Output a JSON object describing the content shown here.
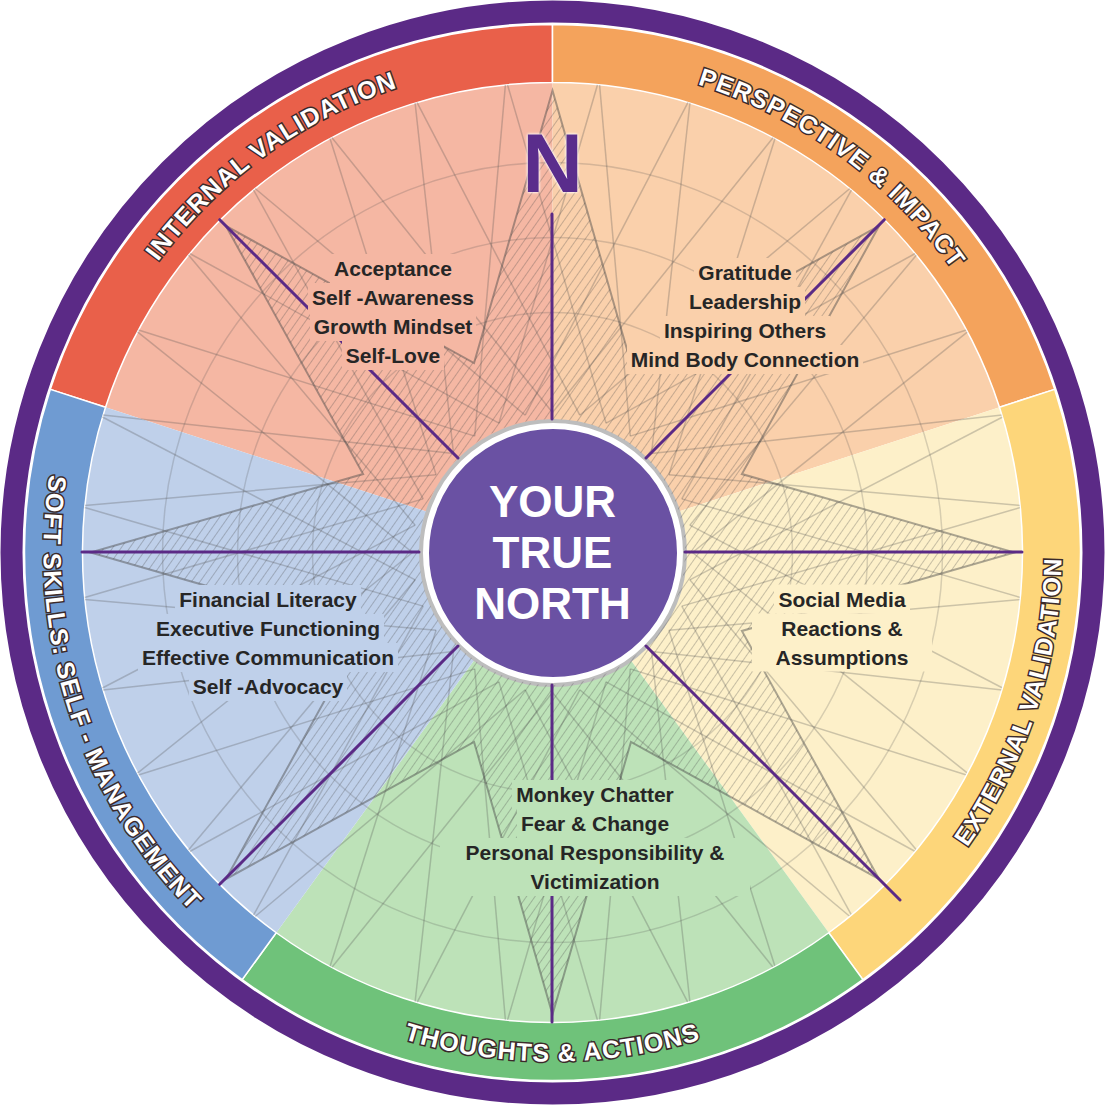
{
  "diagram": {
    "nodes": [
      {
        "text": [
          "INTERNAL VALIDATION",
          "Acceptance",
          "Self -Awareness",
          "Growth Mindset",
          "Self-Love"
        ]
      },
      {
        "text": [
          "PERSPECTIVE & IMPACT",
          "Gratitude",
          "Leadership",
          "Inspiring Others",
          "Mind Body Connection"
        ]
      },
      {
        "text": [
          "EXTERNAL VALIDATION",
          "Social Media",
          "Reactions & Assumptions"
        ]
      },
      {
        "text": [
          "THOUGHTS & ACTIONS",
          "Monkey Chatter",
          "Fear & Change",
          "Personal Responsibility & Victimization"
        ]
      },
      {
        "text": [
          "SOFT SKILLS: SELF - MANAGEMENT",
          "Financial Literacy",
          "Executive Functioning",
          "Effective Communication",
          "Self -Advocacy"
        ]
      },
      {
        "text": [
          "YOUR TRUE NORTH"
        ]
      }
    ],
    "labels": [
      "N"
    ]
  }
}
